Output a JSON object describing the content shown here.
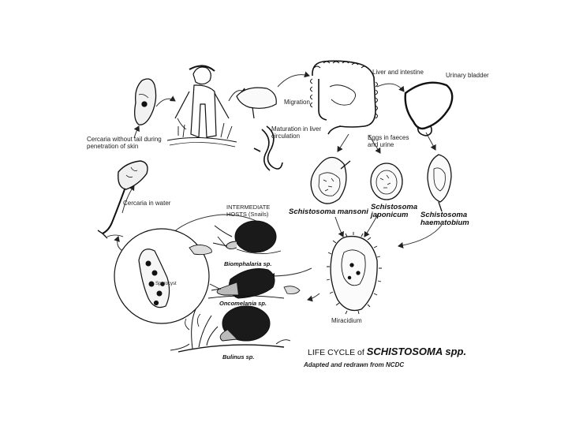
{
  "labels": {
    "liver_intestine": "Liver and intestine",
    "urinary_bladder": "Urinary bladder",
    "migration": "Migration",
    "maturation": "Maturation in liver circulation",
    "cercaria_no_tail": "Cercaria without tail during penetration of skin",
    "eggs": "Eggs in faeces and urine",
    "cercaria_water": "Cercaria in water",
    "intermediate_hosts": "INTERMEDIATE HOSTS (Snails)",
    "s_mansoni": "Schistosoma mansoni",
    "s_japonicum": "Schistosoma japonicum",
    "s_haematobium": "Schistosoma haematobium",
    "biomphalaria": "Biomphalaria sp.",
    "oncomelania": "Oncomelania sp.",
    "bulinus": "Bulinus sp.",
    "sporocyst": "Sporocyst",
    "miracidium": "Miracidium"
  },
  "title": {
    "prefix": "LIFE CYCLE of",
    "name": "SCHISTOSOMA spp."
  },
  "credit": "Adapted and redrawn from NCDC",
  "colors": {
    "ink": "#111111",
    "shell": "#1a1a1a",
    "background": "#ffffff"
  }
}
